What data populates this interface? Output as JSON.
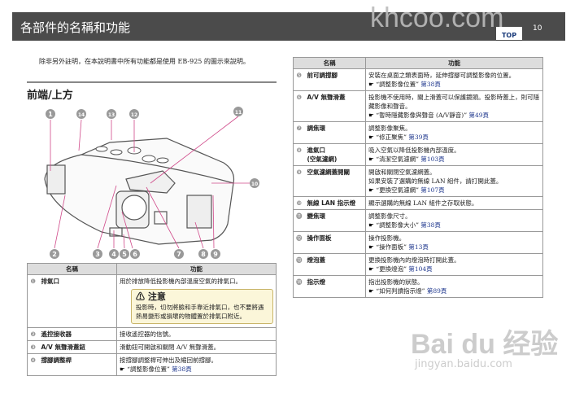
{
  "header": {
    "title": "各部件的名稱和功能",
    "watermark": "khcoo.com",
    "top_label": "TOP",
    "page": "10"
  },
  "intro": "除非另外註明，在本說明書中所有功能都是使用 EB-925 的圖示來說明。",
  "section_title": "前端/上方",
  "diagram": {
    "callouts": [
      "1",
      "2",
      "3",
      "4",
      "5",
      "6",
      "7",
      "8",
      "9",
      "10",
      "11",
      "12",
      "13",
      "14"
    ]
  },
  "table_headers": {
    "name": "名稱",
    "function": "功能"
  },
  "caution": {
    "title": "注意",
    "text": "投影時，切勿將臉和手靠近排氣口，也不要將遇熱易變形或損壞的物體置於排氣口附近。"
  },
  "left_rows": [
    {
      "num": "❶",
      "name": "排氣口",
      "desc": "用於排放降低投影機內部溫度空氣的排氣口。",
      "ref": "",
      "page": ""
    },
    {
      "num": "❷",
      "name": "遙控接收器",
      "desc": "接收遙控器的信號。",
      "ref": "",
      "page": ""
    },
    {
      "num": "❸",
      "name": "A/V 無聲滑蓋鈕",
      "desc": "滑動鈕可開啟和關閉 A/V 無聲滑蓋。",
      "ref": "",
      "page": ""
    },
    {
      "num": "❹",
      "name": "撐腳調整桿",
      "desc": "按撐腳調整桿可伸出及縮回前撐腳。",
      "ref": "“調整影像位置”",
      "page": "第38頁"
    }
  ],
  "right_rows": [
    {
      "num": "❺",
      "name": "前可調撐腳",
      "desc": "安裝在桌面之類表面時，延伸撐腳可調整影像的位置。",
      "ref": "“調整影像位置”",
      "page": "第38頁"
    },
    {
      "num": "❻",
      "name": "A/V 無聲滑蓋",
      "desc": "投影機不使用時，關上滑蓋可以保護鏡頭。投影時蓋上，則可隱藏影像和聲音。",
      "ref": "“暫時隱藏影像與聲音 (A/V靜音)”",
      "page": "第49頁"
    },
    {
      "num": "❼",
      "name": "調焦環",
      "desc": "調整影像聚焦。",
      "ref": "“修正聚焦”",
      "page": "第39頁"
    },
    {
      "num": "❽",
      "name": "進氣口\n(空氣濾網)",
      "desc": "吸入空氣以降低投影機內部溫度。",
      "ref": "“清潔空氣濾網”",
      "page": "第103頁"
    },
    {
      "num": "❾",
      "name": "空氣濾網蓋開關",
      "desc": "開啟和關閉空氣濾網蓋。\n如果安裝了選購的無線 LAN 組件，請打開此蓋。",
      "ref": "“更換空氣濾網”",
      "page": "第107頁"
    },
    {
      "num": "❿",
      "name": "無線 LAN 指示燈",
      "desc": "顯示選購的無線 LAN 組件之存取狀態。",
      "ref": "",
      "page": ""
    },
    {
      "num": "⓫",
      "name": "變焦環",
      "desc": "調整影像尺寸。",
      "ref": "“調整影像大小”",
      "page": "第38頁"
    },
    {
      "num": "⓬",
      "name": "操作面板",
      "desc": "操作投影機。",
      "ref": "“操作面板”",
      "page": "第13頁"
    },
    {
      "num": "⓭",
      "name": "燈泡蓋",
      "desc": "更換投影機內的燈泡時打開此蓋。",
      "ref": "“更換燈泡”",
      "page": "第104頁"
    },
    {
      "num": "⓮",
      "name": "指示燈",
      "desc": "指出投影機的狀態。",
      "ref": "“如何判讀指示燈”",
      "page": "第89頁"
    }
  ],
  "baidu_watermark": {
    "logo": "Bai du 经验",
    "url": "jingyan.baidu.com"
  },
  "colors": {
    "header_bg": "#4b4b4b",
    "link": "#223a8f",
    "callout_line": "#d04a8a"
  }
}
